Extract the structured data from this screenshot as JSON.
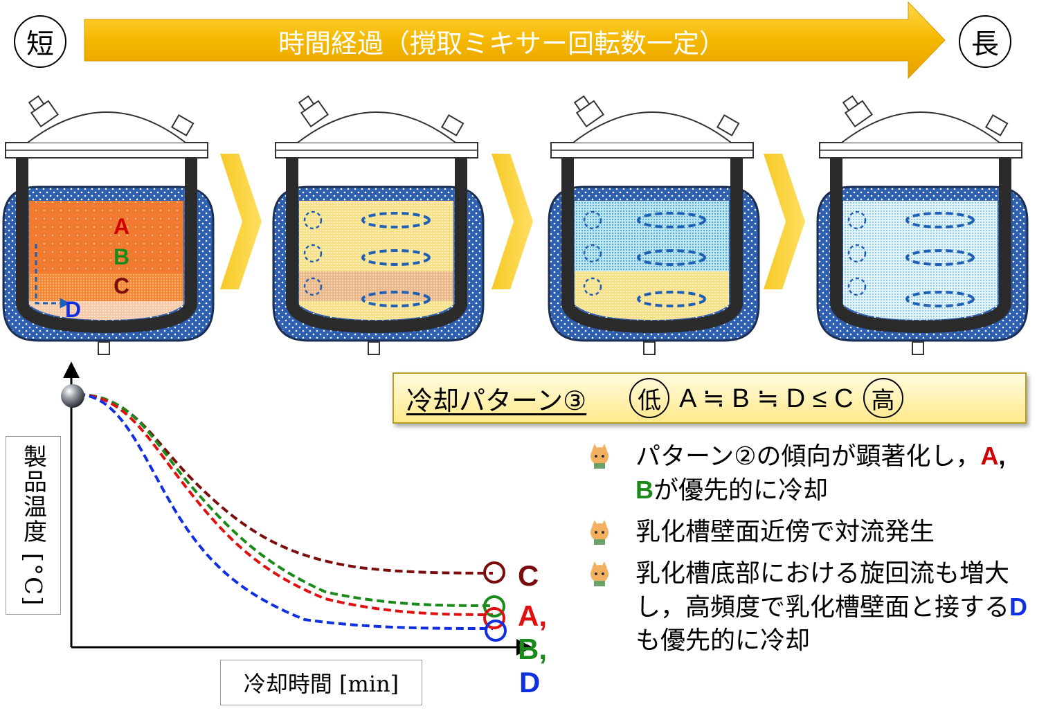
{
  "header": {
    "short_label": "短",
    "long_label": "長",
    "time_arrow_text": "時間経過（撹取ミキサー回転数一定）"
  },
  "tank1_labels": {
    "a": "A",
    "b": "B",
    "c": "C",
    "d": "D"
  },
  "pattern_box": {
    "title": "冷却パターン③",
    "low": "低",
    "relation": "A ≒ B ≒ D ≤ C",
    "high": "高"
  },
  "bullets": {
    "b1_text1": "パターン②の傾向が顕著化し，",
    "b1_a": "A",
    "b1_comma": ",",
    "b1_b": "B",
    "b1_text2": "が優先的に冷却",
    "b2_text": "乳化槽壁面近傍で対流発生",
    "b3_text1": "乳化槽底部における旋回流も増大し，高頻度で乳化槽壁面と接する",
    "b3_d": "D",
    "b3_text2": "も優先的に冷却"
  },
  "chart": {
    "ylabel": "製品温度 [°C]",
    "xlabel": "冷却時間 [min]",
    "end_labels": {
      "c": "C",
      "a": "A,",
      "b": "B,",
      "d": "D"
    }
  },
  "chart_data": {
    "type": "line",
    "title": "",
    "xlabel": "冷却時間 [min]",
    "ylabel": "製品温度 [°C]",
    "series": [
      {
        "name": "C",
        "color": "#7a0c0c"
      },
      {
        "name": "A",
        "color": "#e01010"
      },
      {
        "name": "B",
        "color": "#1a8a1a"
      },
      {
        "name": "D",
        "color": "#1030e0"
      }
    ],
    "grid": false
  },
  "colors": {
    "arrow": "#f5b800",
    "jacket": "#2e5fb0",
    "series_c": "#7a0c0c",
    "series_a": "#e01010",
    "series_b": "#1a8a1a",
    "series_d": "#1030e0"
  }
}
